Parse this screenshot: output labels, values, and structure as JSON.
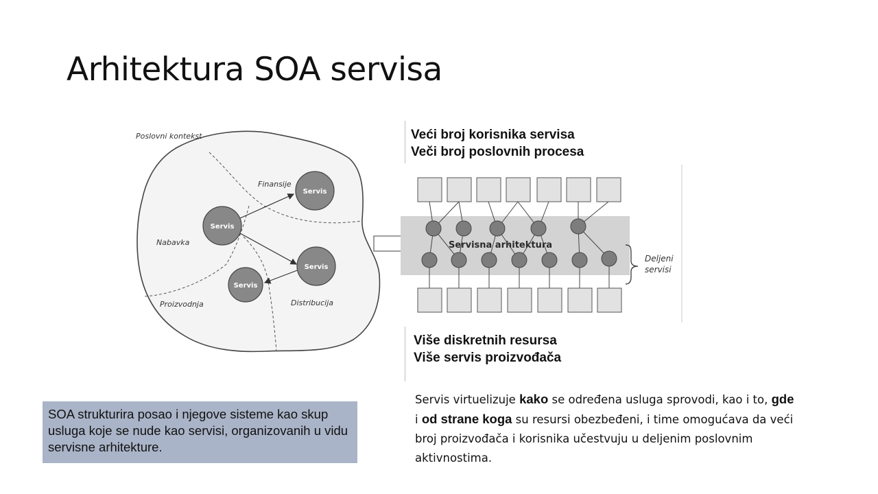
{
  "title": "Arhitektura SOA servisa",
  "top_text": {
    "line1": "Veći broj korisnika servisa",
    "line2": "Veči broj poslovnih procesa"
  },
  "bottom_text": {
    "line1": "Više diskretnih resursa",
    "line2": "Više servis proizvođača"
  },
  "left_diagram": {
    "context_label": "Poslovni kontekst",
    "regions": {
      "finance": "Finansije",
      "purchasing": "Nabavka",
      "production": "Proizvodnja",
      "distribution": "Distribucija"
    },
    "service_label": "Servis"
  },
  "right_diagram": {
    "band_label": "Servisna arhitektura",
    "shared_label_line1": "Deljeni",
    "shared_label_line2": "servisi"
  },
  "summary_box": {
    "text": "SOA strukturira posao i njegove sisteme kao skup usluga koje se nude kao servisi, organizovanih u vidu servisne arhitekture.",
    "background": "#aab4c8"
  },
  "description": {
    "p1": "Servis virtuelizuje ",
    "k1": "kako",
    "p2": " se određena usluga sprovodi, kao i to, ",
    "k2": "gde",
    "p3": " i ",
    "k3": "od strane koga",
    "p4": " su resursi obezbeđeni, i time omogućava da veći broj proizvođača i korisnika učestvuju u deljenim poslovnim aktivnostima."
  },
  "colors": {
    "service_circle": "#888888",
    "band": "#d3d3d3",
    "box_fill": "#e2e2e2"
  }
}
